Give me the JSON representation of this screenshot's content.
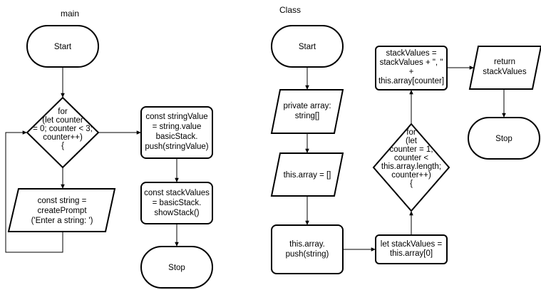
{
  "titles": {
    "main": "main",
    "class": "Class"
  },
  "main_flow": {
    "start": "Start",
    "for_loop": [
      "for",
      "(let counter",
      "= 0; counter < 3;",
      "counter++)",
      "{"
    ],
    "prompt": [
      "const string =",
      "createPrompt",
      "('Enter a string: ')"
    ],
    "push": [
      "const stringValue",
      "= string.value",
      "basicStack.",
      "push(stringValue)"
    ],
    "show": [
      "const stackValues",
      "= basicStack.",
      "showStack()"
    ],
    "stop": "Stop"
  },
  "class_flow": {
    "start": "Start",
    "private_array": [
      "private array:",
      "string[]"
    ],
    "array_init": [
      "this.array = []"
    ],
    "array_push": [
      "this.array.",
      "push(string)"
    ],
    "let_stack": [
      "let stackValues =",
      "this.array[0]"
    ],
    "for_loop": [
      "for",
      "(let",
      "counter = 1;",
      "counter <",
      "this.array.length;",
      "counter++)",
      "{"
    ],
    "concat": [
      "stackValues =",
      "stackValues + \", \"",
      "+",
      "this.array[counter]"
    ],
    "return": [
      "return",
      "stackValues"
    ],
    "stop": "Stop"
  }
}
